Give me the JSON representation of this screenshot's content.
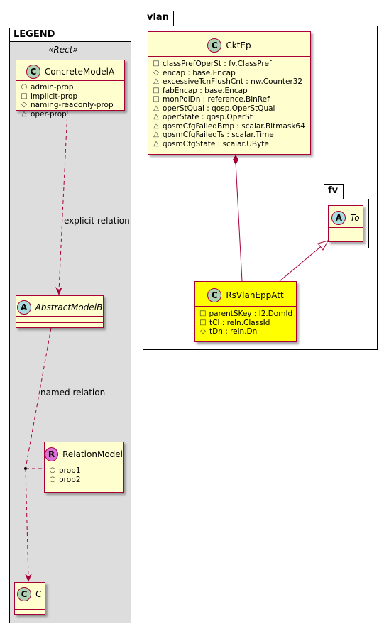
{
  "packages": {
    "legend": {
      "title": "LEGEND",
      "stereotype": "«Rect»"
    },
    "vlan": {
      "title": "vlan"
    },
    "fv": {
      "title": "fv"
    }
  },
  "classes": {
    "concrete": {
      "kind": "C",
      "name": "ConcreteModelA",
      "kind_color": "#ADD1B2",
      "attrs": [
        {
          "vis": "○",
          "text": "admin-prop"
        },
        {
          "vis": "□",
          "text": "implicit-prop"
        },
        {
          "vis": "◇",
          "text": "naming-readonly-prop"
        },
        {
          "vis": "△",
          "text": "oper-prop"
        }
      ]
    },
    "abstract": {
      "kind": "A",
      "name": "AbstractModelB",
      "kind_color": "#A9DCDF"
    },
    "relation": {
      "kind": "R",
      "name": "RelationModel",
      "kind_color": "#DA70D6",
      "attrs": [
        {
          "vis": "○",
          "text": "prop1"
        },
        {
          "vis": "○",
          "text": "prop2"
        }
      ]
    },
    "c": {
      "kind": "C",
      "name": "C",
      "kind_color": "#ADD1B2"
    },
    "cktep": {
      "kind": "C",
      "name": "CktEp",
      "kind_color": "#ADD1B2",
      "attrs": [
        {
          "vis": "□",
          "text": "classPrefOperSt : fv.ClassPref"
        },
        {
          "vis": "◇",
          "text": "encap : base.Encap"
        },
        {
          "vis": "△",
          "text": "excessiveTcnFlushCnt : nw.Counter32"
        },
        {
          "vis": "□",
          "text": "fabEncap : base.Encap"
        },
        {
          "vis": "□",
          "text": "monPolDn : reference.BinRef"
        },
        {
          "vis": "△",
          "text": "operStQual : qosp.OperStQual"
        },
        {
          "vis": "△",
          "text": "operState : qosp.OperSt"
        },
        {
          "vis": "△",
          "text": "qosmCfgFailedBmp : scalar.Bitmask64"
        },
        {
          "vis": "△",
          "text": "qosmCfgFailedTs : scalar.Time"
        },
        {
          "vis": "△",
          "text": "qosmCfgState : scalar.UByte"
        }
      ]
    },
    "rsvlan": {
      "kind": "C",
      "name": "RsVlanEppAtt",
      "kind_color": "#ADD1B2",
      "attrs": [
        {
          "vis": "□",
          "text": "parentSKey : l2.DomId"
        },
        {
          "vis": "□",
          "text": "tCl : reln.ClassId"
        },
        {
          "vis": "◇",
          "text": "tDn : reln.Dn"
        }
      ]
    },
    "to": {
      "kind": "A",
      "name": "To",
      "kind_color": "#A9DCDF"
    }
  },
  "edges": {
    "explicit_relation": "explicit relation",
    "named_relation": "named relation"
  },
  "colors": {
    "class_fill": "#FEFECE",
    "class_border": "#A80036",
    "highlight_fill": "#FFFF00",
    "legend_fill": "#DDDDDD"
  }
}
